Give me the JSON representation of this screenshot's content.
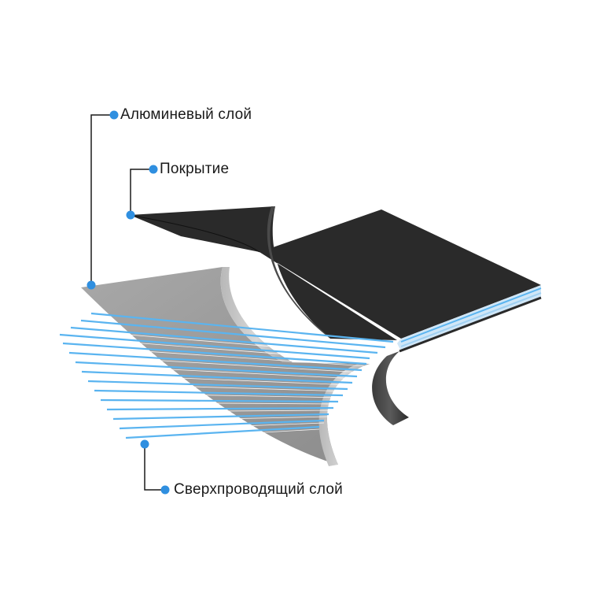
{
  "labels": {
    "aluminum_layer": "Алюминевый слой",
    "coating": "Покрытие",
    "superconducting_layer": "Сверхпроводящий слой"
  },
  "colors": {
    "accent_dot": "#2f8fe0",
    "leader_line": "#1a1a1a",
    "coating_black": "#2a2a2a",
    "aluminum_gray": "#9a9a9a",
    "fiber_blue": "#5ab4f0"
  }
}
